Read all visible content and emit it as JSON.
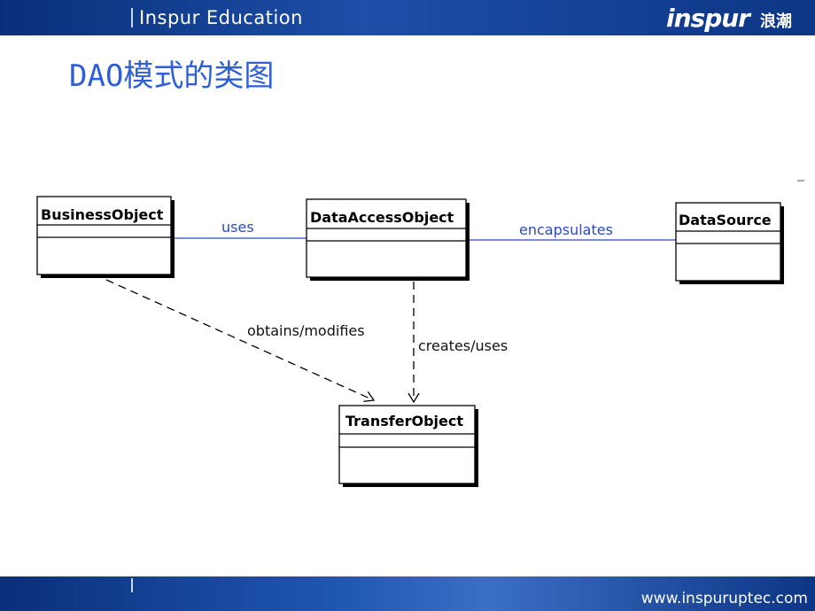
{
  "header": {
    "brand": "Inspur  Education",
    "logo_text": "inspur",
    "logo_cn": "浪潮"
  },
  "slide": {
    "title": "DAO模式的类图"
  },
  "diagram": {
    "classes": {
      "business": "BusinessObject",
      "dao": "DataAccessObject",
      "datasource": "DataSource",
      "transfer": "TransferObject"
    },
    "relations": {
      "uses": "uses",
      "encapsulates": "encapsulates",
      "obtains": "obtains/modifies",
      "creates": "creates/uses"
    }
  },
  "footer": {
    "url": "www.inspuruptec.com"
  },
  "colors": {
    "bar": "#1c4fa8",
    "title": "#2e5fd4",
    "assoc_line": "#2b48c8",
    "assoc_label": "#2b48c8"
  }
}
